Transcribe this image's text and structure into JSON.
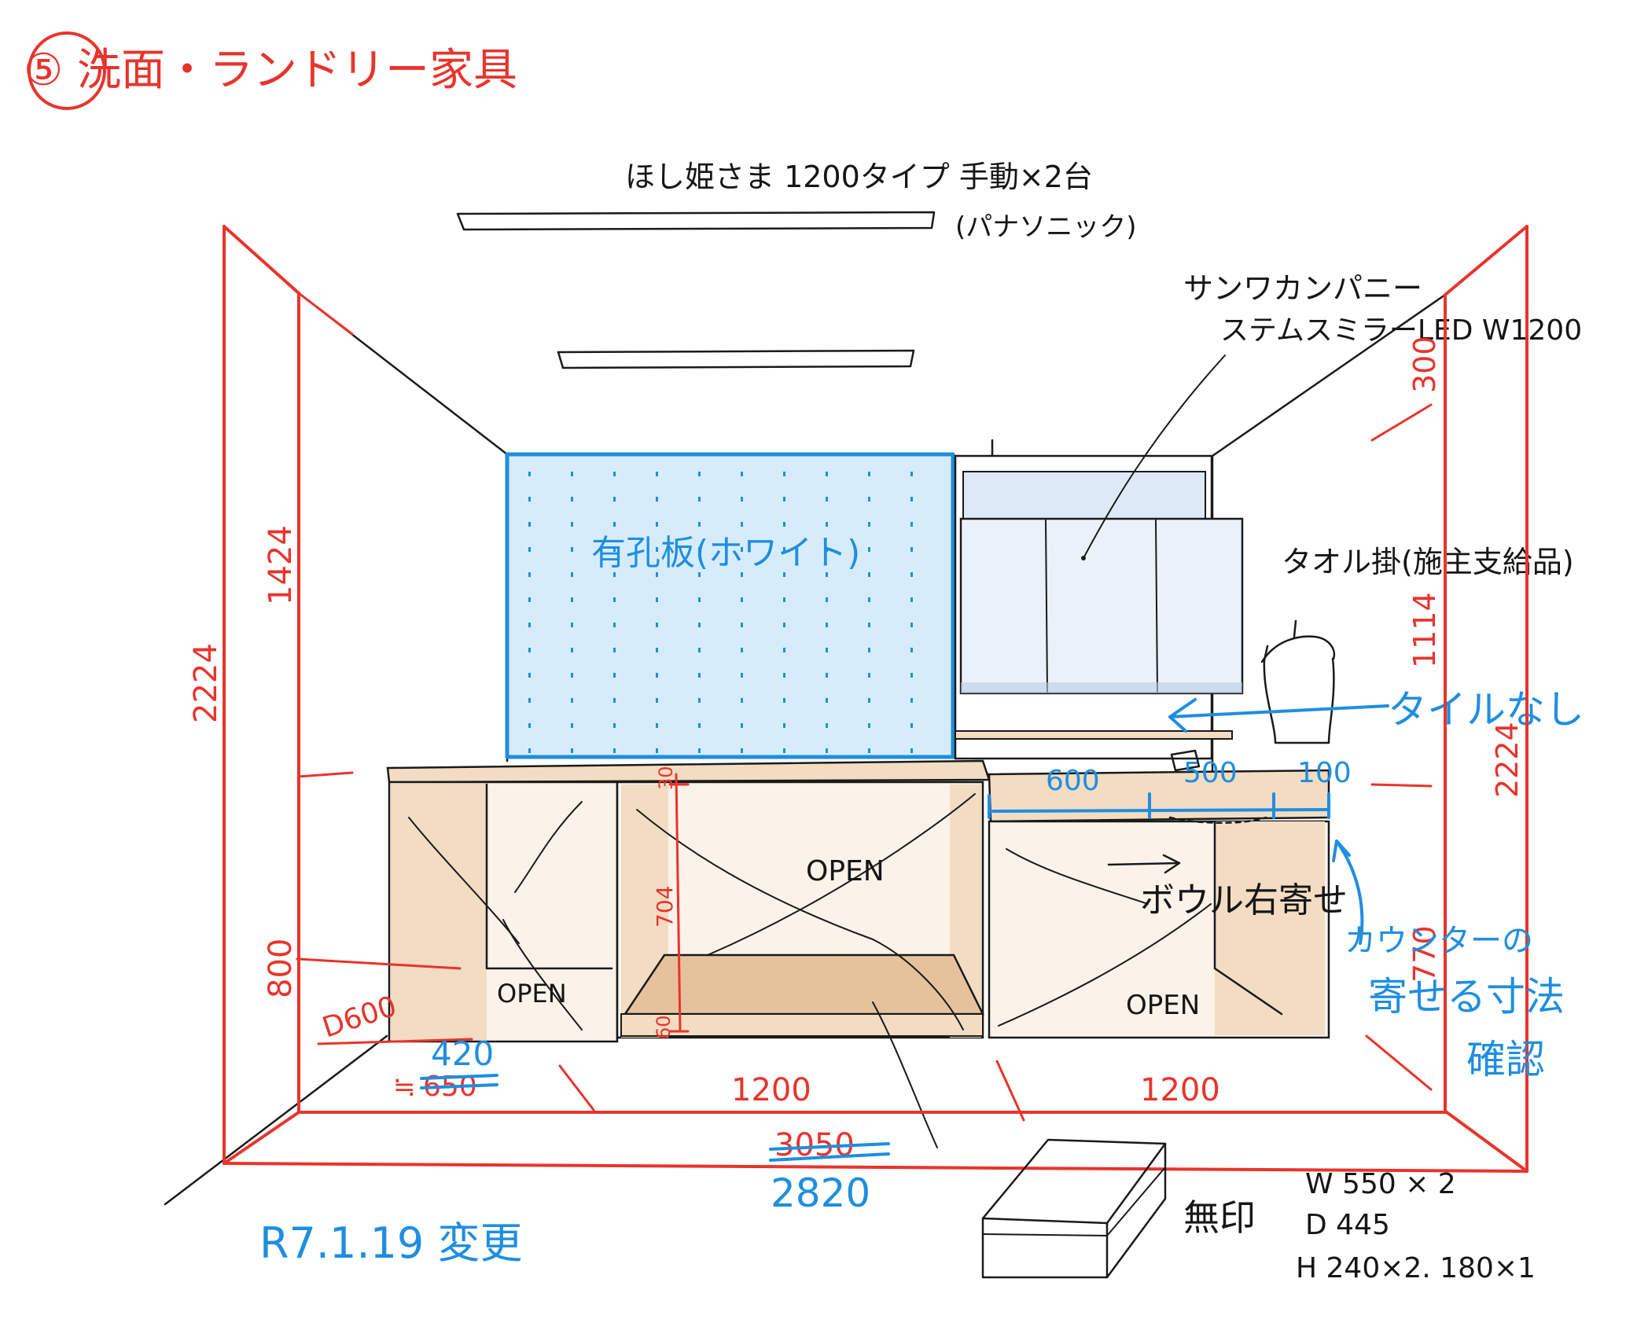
{
  "title": "⑤ 洗面・ランドリー家具",
  "notes": {
    "drying_rack": "ほし姫さま 1200タイプ 手動×2台",
    "drying_rack_maker": "(パナソニック)",
    "mirror_line1": "サンワカンパニー",
    "mirror_line2": "ステムスミラーLED W1200",
    "pegboard": "有孔板(ホワイト)",
    "towel_rack": "タオル掛(施主支給品)",
    "no_tile": "タイルなし",
    "bowl": "ボウル右寄せ",
    "counter_confirm_1": "カウンターの",
    "counter_confirm_2": "寄せる寸法",
    "counter_confirm_3": "確認",
    "open_center": "OPEN",
    "open_left": "OPEN",
    "open_right": "OPEN",
    "change_date": "R7.1.19 変更",
    "muji": "無印",
    "muji_w": "W 550 × 2",
    "muji_d": "D 445",
    "muji_h": "H 240×2. 180×1"
  },
  "dimensions": {
    "height_left": "2224",
    "upper_left": "1424",
    "lower_left": "800",
    "depth": "D600",
    "height_right": "2224",
    "upper_right": "1114",
    "top_right": "300",
    "lower_right": "770",
    "counter_thickness": "30",
    "opening_height": "704",
    "bottom_shelf": "60",
    "seg_left_new": "420",
    "seg_left_prefix": "≒",
    "seg_left_old": "650",
    "seg_center": "1200",
    "seg_right": "1200",
    "total_old": "3050",
    "total_new": "2820",
    "counter_a": "600",
    "counter_b": "500",
    "counter_c": "100"
  }
}
